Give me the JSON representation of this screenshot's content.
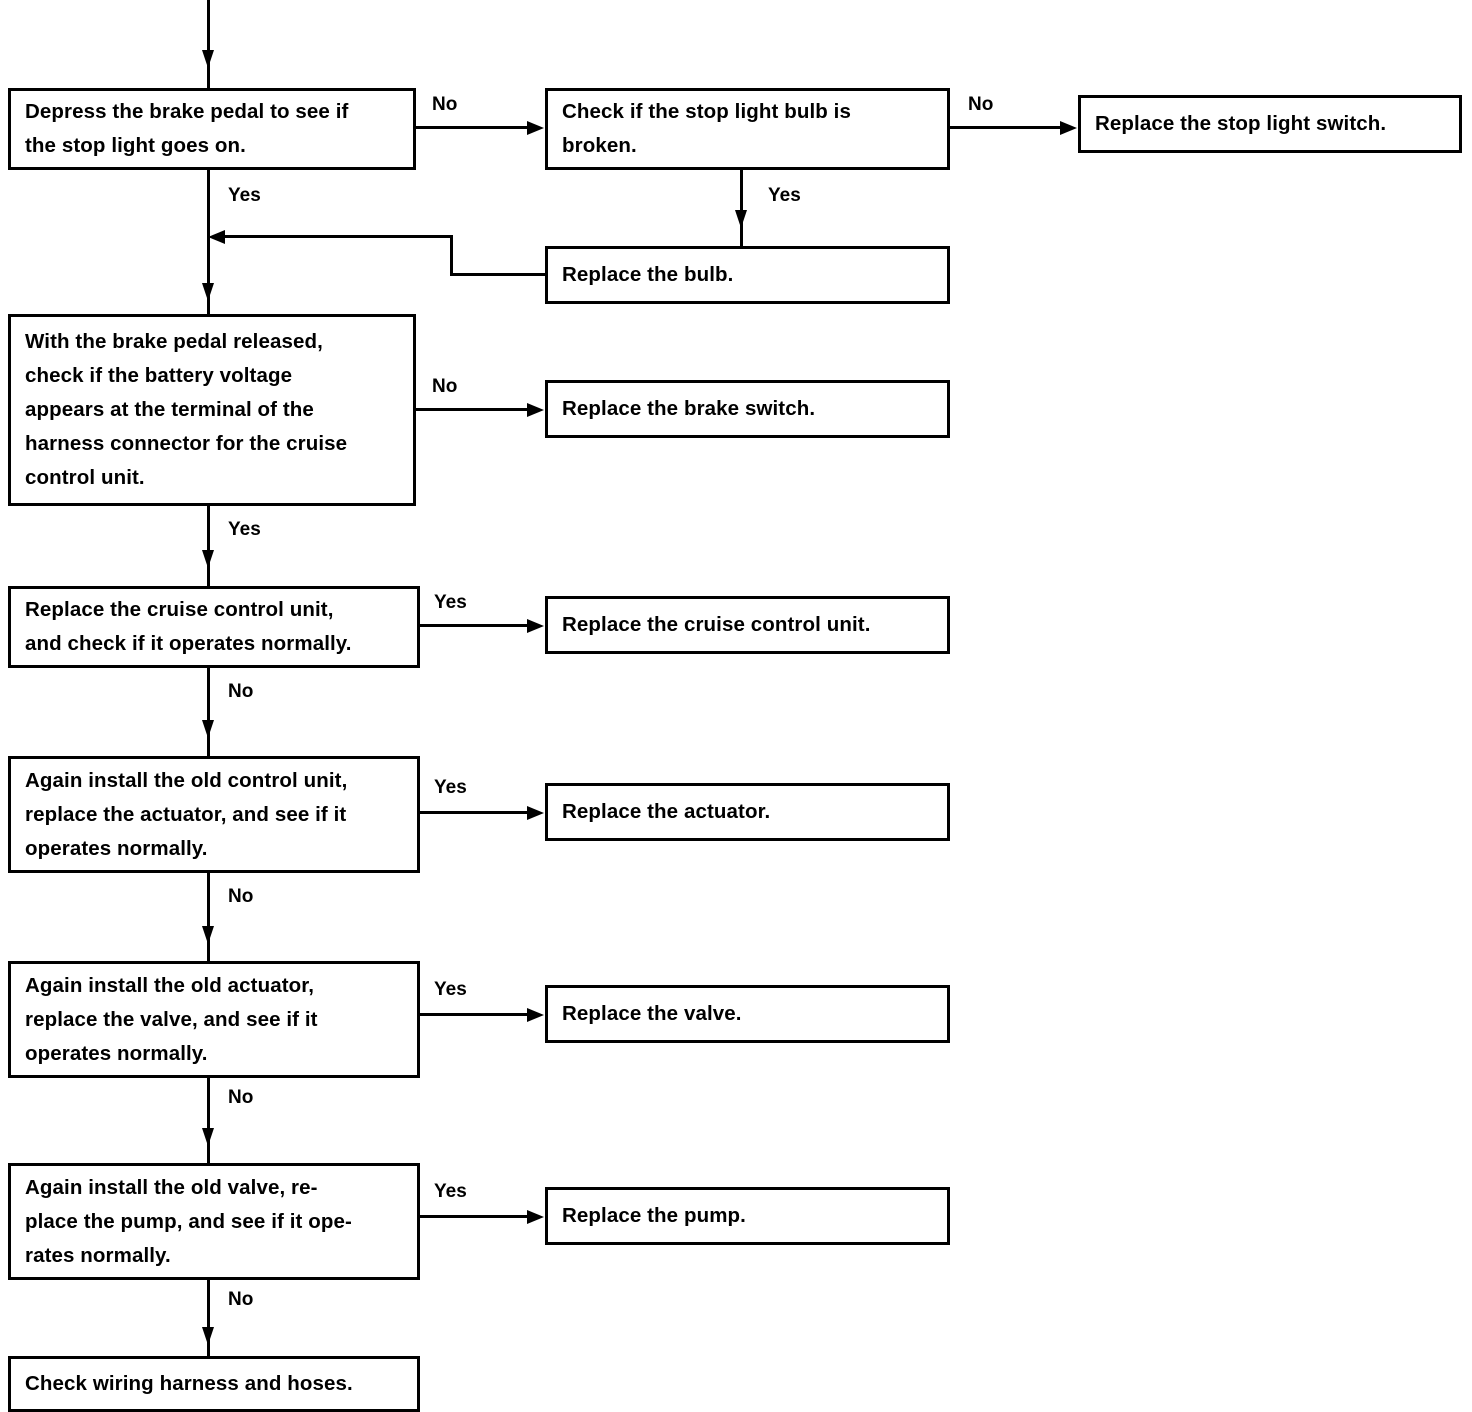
{
  "diagram": {
    "title": "Cruise control stop light / brake switch troubleshooting flowchart",
    "type": "flowchart",
    "line_color": "#000000",
    "background_color": "#ffffff"
  },
  "nodes": {
    "depress_brake_pedal": "Depress the brake pedal to see if\nthe stop light goes on.",
    "check_bulb_broken": "Check if the stop light bulb is\nbroken.",
    "replace_stop_light_switch": "Replace the stop light switch.",
    "replace_bulb": "Replace the bulb.",
    "check_battery_voltage": "With the brake pedal released,\ncheck if the battery voltage\nappears at the terminal of the\nharness connector for the cruise\ncontrol unit.",
    "replace_brake_switch": "Replace the brake switch.",
    "replace_ccu_and_check": "Replace the cruise control unit,\nand check if it operates normally.",
    "replace_cruise_control_unit": "Replace the cruise control unit.",
    "old_control_unit_new_actuator": "Again install the old control unit,\nreplace the actuator, and see if it\noperates normally.",
    "replace_actuator": "Replace the actuator.",
    "old_actuator_new_valve": "Again install the old actuator,\nreplace the valve, and see if it\noperates normally.",
    "replace_valve": "Replace the valve.",
    "old_valve_new_pump": "Again install the old valve, re-\nplace the pump, and see if it ope-\nrates normally.",
    "replace_pump": "Replace the pump.",
    "check_wiring_harness": "Check wiring harness and hoses."
  },
  "edge_labels": {
    "no_1": "No",
    "yes_1": "Yes",
    "no_2": "No",
    "yes_2": "Yes",
    "no_3": "No",
    "yes_3": "Yes",
    "yes_4": "Yes",
    "no_4": "No",
    "yes_5": "Yes",
    "no_5": "No",
    "yes_6": "Yes",
    "no_6": "No",
    "yes_7": "Yes",
    "no_7": "No"
  }
}
